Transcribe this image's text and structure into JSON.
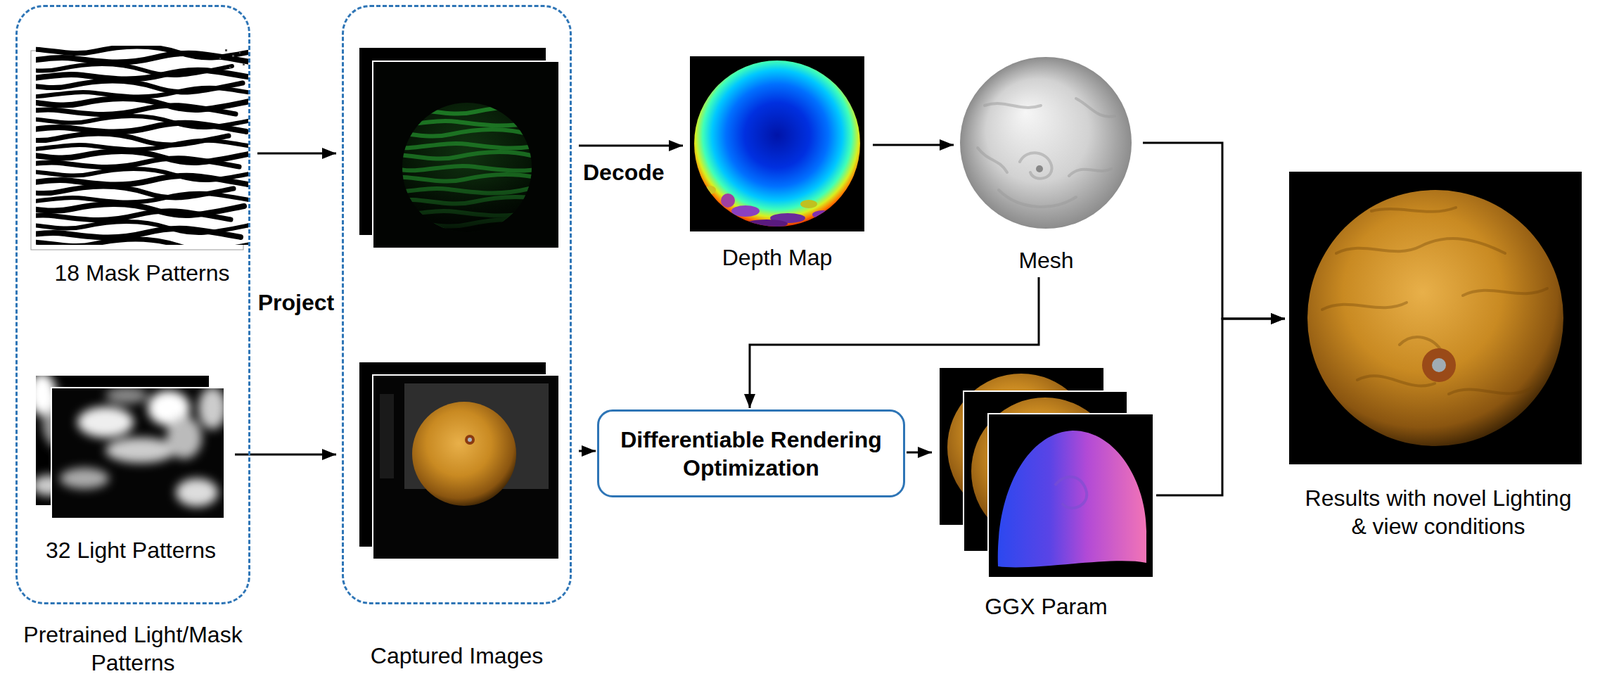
{
  "diagram": {
    "nodes": [
      {
        "text": [
          "Pretrained Light/Mask Patterns"
        ]
      },
      {
        "text": [
          "18 Mask Patterns"
        ],
        "in": 0
      },
      {
        "text": [
          "32 Light Patterns"
        ],
        "in": 0
      },
      {
        "text": [
          "Captured Images"
        ]
      },
      {
        "text": [
          "Depth Map"
        ]
      },
      {
        "text": [
          "Mesh"
        ]
      },
      {
        "text": [
          "Differentiable Rendering Optimization"
        ]
      },
      {
        "text": [
          "GGX Param"
        ]
      },
      {
        "text": [
          "Results with novel Lighting & view conditions"
        ]
      }
    ],
    "edges": [
      {
        "from": 1,
        "to": 3,
        "arrow": "to"
      },
      {
        "from": 2,
        "to": 3,
        "arrow": "to"
      },
      {
        "from": 3,
        "to": 4,
        "arrow": "to",
        "label": "Decode"
      },
      {
        "from": 4,
        "to": 5,
        "arrow": "to"
      },
      {
        "from": 5,
        "to": 6,
        "arrow": "to"
      },
      {
        "from": 3,
        "to": 6,
        "arrow": "to"
      },
      {
        "from": 6,
        "to": 7,
        "arrow": "to"
      },
      {
        "from": 5,
        "to": 8,
        "arrow": "to"
      },
      {
        "from": 7,
        "to": 8,
        "arrow": "to"
      }
    ],
    "labels": [
      "Project"
    ]
  }
}
